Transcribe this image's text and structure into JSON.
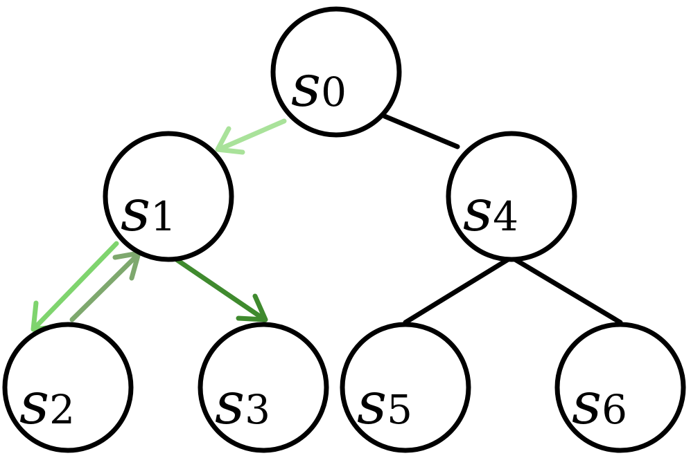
{
  "nodes": {
    "s0": {
      "var": "s",
      "sub": "0"
    },
    "s1": {
      "var": "s",
      "sub": "1"
    },
    "s2": {
      "var": "s",
      "sub": "2"
    },
    "s3": {
      "var": "s",
      "sub": "3"
    },
    "s4": {
      "var": "s",
      "sub": "4"
    },
    "s5": {
      "var": "s",
      "sub": "5"
    },
    "s6": {
      "var": "s",
      "sub": "6"
    }
  },
  "edges": [
    {
      "from": "s0",
      "to": "s4",
      "style": "plain"
    },
    {
      "from": "s4",
      "to": "s5",
      "style": "plain"
    },
    {
      "from": "s4",
      "to": "s6",
      "style": "plain"
    }
  ],
  "traversal_arrows": [
    {
      "from": "s0",
      "to": "s1",
      "color": "#a9e29a"
    },
    {
      "from": "s1",
      "to": "s2",
      "color": "#7fd46e"
    },
    {
      "from": "s2",
      "to": "s1",
      "color": "#7ea86e"
    },
    {
      "from": "s1",
      "to": "s3",
      "color": "#3f8a2e"
    }
  ]
}
